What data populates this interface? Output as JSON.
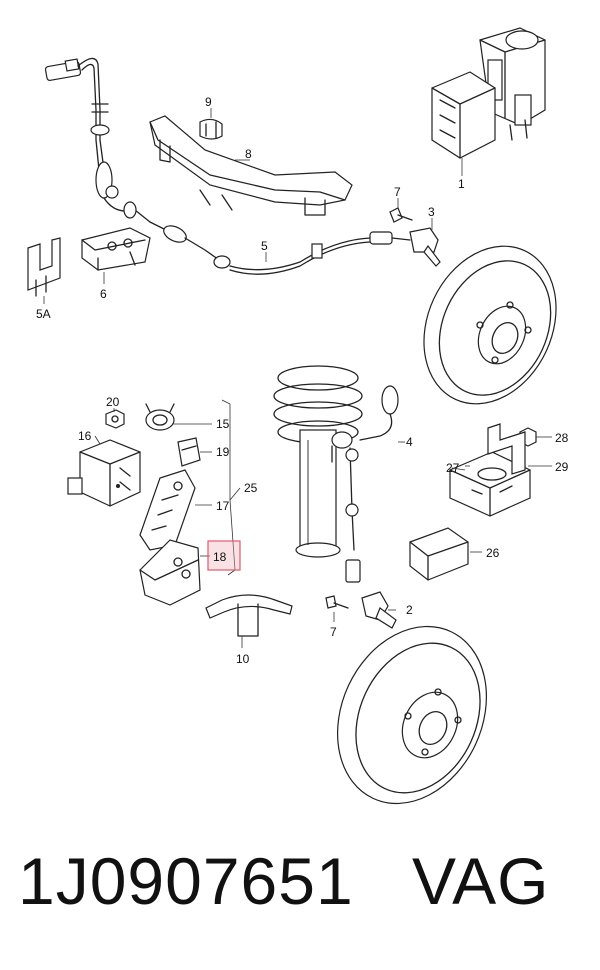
{
  "labels": {
    "p1": "1",
    "p2": "2",
    "p3": "3",
    "p4": "4",
    "p5": "5",
    "p5a": "5A",
    "p6": "6",
    "p7a": "7",
    "p7b": "7",
    "p8": "8",
    "p9": "9",
    "p10": "10",
    "p15": "15",
    "p16": "16",
    "p17": "17",
    "p18": "18",
    "p19": "19",
    "p20": "20",
    "p25": "25",
    "p26": "26",
    "p27": "27",
    "p28": "28",
    "p29": "29"
  },
  "highlight_color": "#e05a6a",
  "footer": {
    "part_number": "1J0907651",
    "brand": "VAG"
  }
}
